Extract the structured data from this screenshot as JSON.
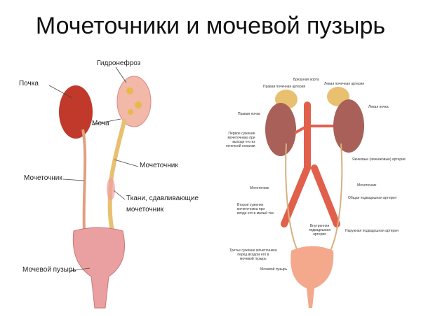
{
  "title": "Мочеточники и мочевой пузырь",
  "left": {
    "kidney": "Почка",
    "hydro": "Гидронефроз",
    "urine": "Моча",
    "ureter_l": "Мочеточник",
    "ureter_r": "Мочеточник",
    "tissue1": "Ткани, сдавливающие",
    "tissue2": "мочеточник",
    "bladder": "Мочевой пузырь"
  },
  "right": {
    "aorta": "Брюшная аорта",
    "r_artery": "Правая почечная артерия",
    "l_artery": "Левая почечная артерия",
    "r_kidney": "Правая почка",
    "l_kidney": "Левая почка",
    "narrow1": [
      "Первое сужение",
      "мочеточника при",
      "выходе его из",
      "почечной лоханки"
    ],
    "testicular": "Яичковые (яичниковые) артерии",
    "ureter_l": "Мочеточник",
    "ureter_r": "Мочеточник",
    "common_iliac": "Общая подвздошная артерия",
    "narrow2": [
      "Второе сужение",
      "мочеточника при",
      "входе его в малый таз"
    ],
    "internal_iliac": [
      "Внутренняя",
      "подвздошная",
      "артерия"
    ],
    "external_iliac": "Наружная подвздошная артерия",
    "narrow3": [
      "Третье сужение мочеточника",
      "перед входом его в",
      "мочевой пузырь"
    ],
    "bladder": "Мочевой пузырь"
  }
}
